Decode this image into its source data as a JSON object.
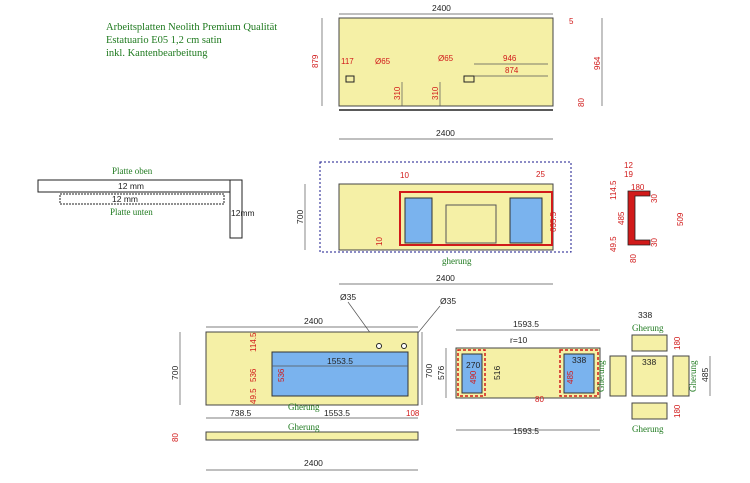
{
  "notes": {
    "line1": "Arbeitsplatten Neolith Premium Qualität",
    "line2": "Estatuario E05 1,2 cm satin",
    "line3": "inkl. Kantenbearbeitung"
  },
  "top_view": {
    "width": "2400",
    "height": "879",
    "height_right": "964",
    "d117": "117",
    "hole1": "Ø65",
    "hole2": "Ø65",
    "d946": "946",
    "d874": "874",
    "d310a": "310",
    "d310b": "310",
    "d5": "5",
    "d80": "80"
  },
  "mid_view": {
    "width_top": "2400",
    "width_bottom": "2400",
    "height": "700",
    "d10": "10",
    "d25": "25",
    "d635": "635.5",
    "d10b": "10",
    "gherung": "gherung"
  },
  "profile": {
    "d12": "12",
    "d19": "19",
    "d114": "114.5",
    "d180": "180",
    "d485": "485",
    "d509": "509",
    "d49": "49.5",
    "d80": "80",
    "d30a": "30",
    "d30b": "30"
  },
  "cross_section": {
    "platte_oben": "Platte oben",
    "platte_unten": "Platte unten",
    "t1": "12 mm",
    "t2": "12 mm",
    "t3": "12mm"
  },
  "bottom_left": {
    "hole_a": "Ø35",
    "hole_b": "Ø35",
    "width": "2400",
    "height": "700",
    "height_right": "700",
    "d1145": "114.5",
    "d536a": "536",
    "d536b": "536",
    "d495": "49.5",
    "d1553": "1553.5",
    "d738": "738.5",
    "d1553b": "1553.5",
    "d108": "108",
    "gherung1": "Gherung",
    "gherung2": "Gherung",
    "strip_h": "80",
    "width_bottom": "2400"
  },
  "bottom_mid": {
    "width_top": "1593.5",
    "width_bottom": "1593.5",
    "r10": "r=10",
    "d270": "270",
    "d490": "490",
    "d576": "576",
    "d516": "516",
    "d338": "338",
    "d485": "485",
    "d80": "80",
    "gherung": "Gherung"
  },
  "bottom_right": {
    "d338_top": "338",
    "gherung_top": "Gherung",
    "d180a": "180",
    "d338": "338",
    "d485": "485",
    "d180b": "180",
    "gherung_bottom": "Gherung"
  }
}
